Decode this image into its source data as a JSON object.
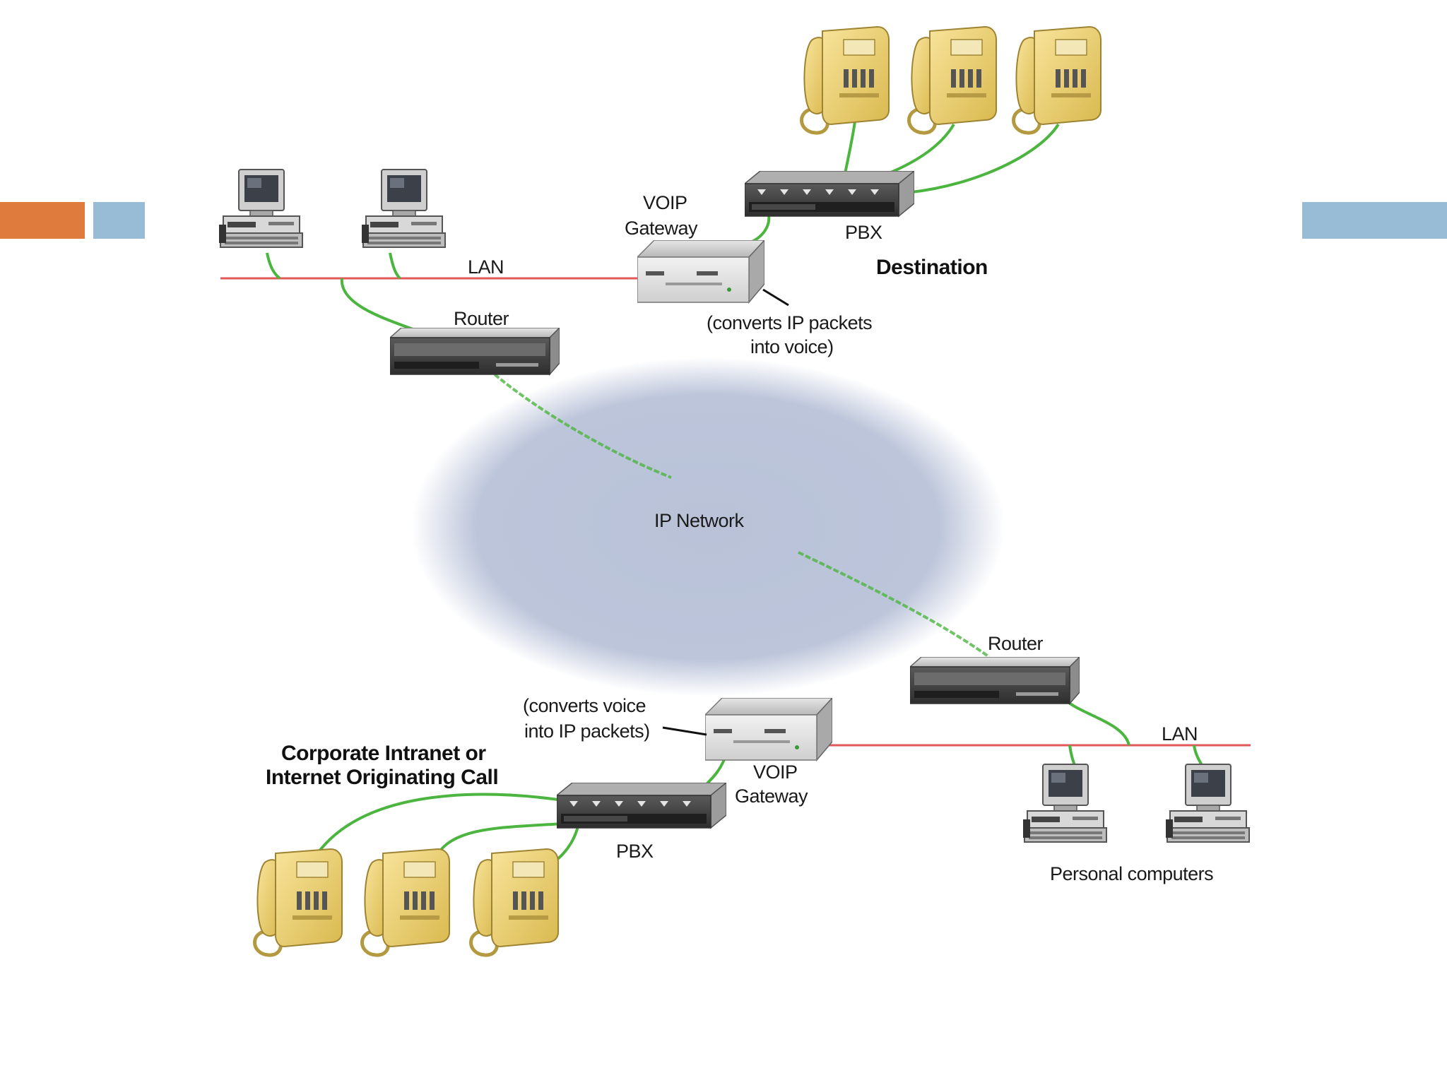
{
  "colors": {
    "accent_orange": "#E07B3E",
    "accent_blue": "#98BBD6",
    "lan_line": "#E05A5A",
    "cable": "#4CB53F",
    "cloud": "#B9C2D8",
    "phone_body": "#EDD174"
  },
  "labels": {
    "lan_top": "LAN",
    "lan_bottom": "LAN",
    "router_top": "Router",
    "router_bottom": "Router",
    "voip_top_line1": "VOIP",
    "voip_top_line2": "Gateway",
    "voip_bottom_line1": "VOIP",
    "voip_bottom_line2": "Gateway",
    "pbx_top": "PBX",
    "pbx_bottom": "PBX",
    "destination": "Destination",
    "converts_ip_line1": "(converts IP packets",
    "converts_ip_line2": "into voice)",
    "converts_voice_line1": "(converts voice",
    "converts_voice_line2": "into IP packets)",
    "ip_network": "IP Network",
    "origin_line1": "Corporate Intranet or",
    "origin_line2": "Internet Originating Call",
    "personal_computers": "Personal computers"
  },
  "icons": {
    "computer": "desktop-computer-icon",
    "router": "router-icon",
    "gateway": "voip-gateway-icon",
    "pbx": "pbx-icon",
    "phone": "telephone-icon"
  }
}
